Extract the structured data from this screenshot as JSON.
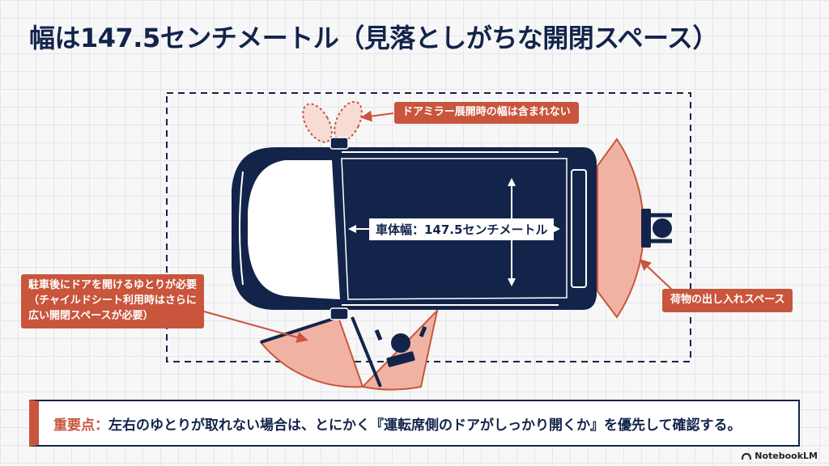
{
  "title": "幅は147.5センチメートル（見落としがちな開閉スペース）",
  "callouts": {
    "mirror": "ドアミラー展開時の幅は含まれない",
    "door_space": "駐車後にドアを開けるゆとりが必要（チャイルドシート利用時はさらに広い開閉スペースが必要）",
    "cargo_space": "荷物の出し入れスペース"
  },
  "width_label": "車体幅：147.5センチメートル",
  "note": {
    "label": "重要点：",
    "text": "左右のゆとりが取れない場合は、とにかく『運転席側のドアがしっかり開くか』を優先して確認する。"
  },
  "brand": "NotebookLM",
  "colors": {
    "navy": "#13244a",
    "accent": "#c9553c",
    "zone_fill": "#f0b3a3"
  }
}
